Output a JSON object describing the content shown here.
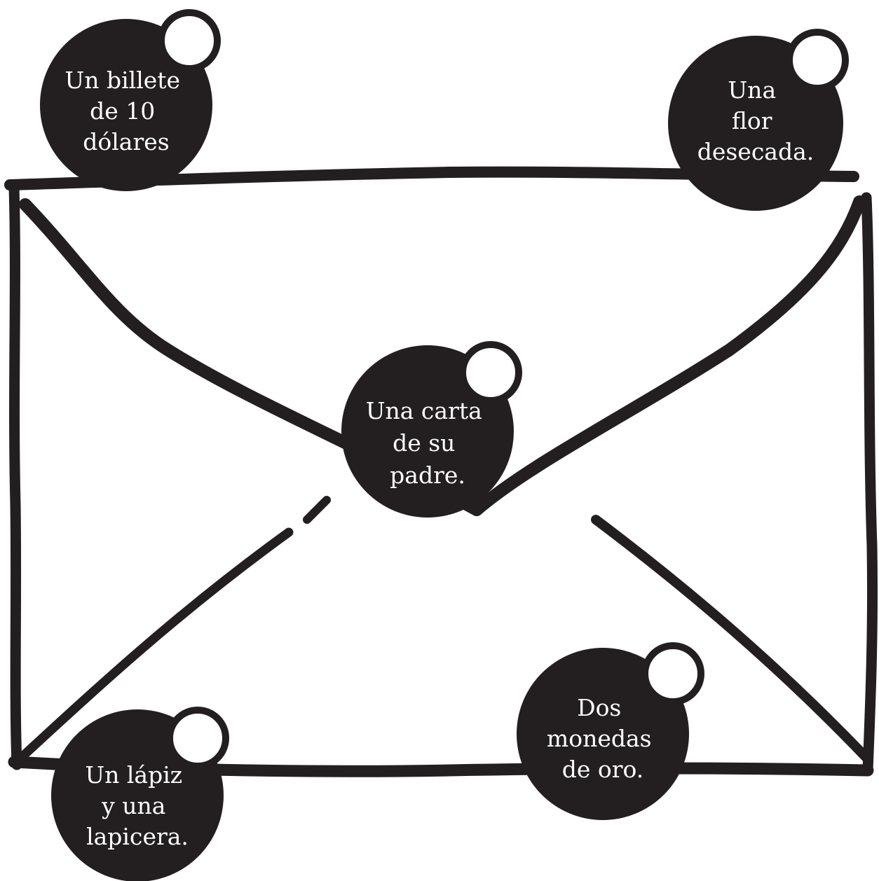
{
  "colors": {
    "ink": "#231f20",
    "background": "#ffffff",
    "bubble_text": "#ffffff"
  },
  "items": [
    {
      "id": "billete",
      "lines": [
        "Un billete",
        "de 10",
        "dólares"
      ]
    },
    {
      "id": "flor",
      "lines": [
        "Una",
        "flor",
        "desecada."
      ]
    },
    {
      "id": "carta",
      "lines": [
        "Una carta",
        "de su",
        "padre."
      ]
    },
    {
      "id": "lapiz",
      "lines": [
        "Un lápiz",
        "y una",
        "lapicera."
      ]
    },
    {
      "id": "monedas",
      "lines": [
        "Dos",
        "monedas",
        "de oro."
      ]
    }
  ]
}
